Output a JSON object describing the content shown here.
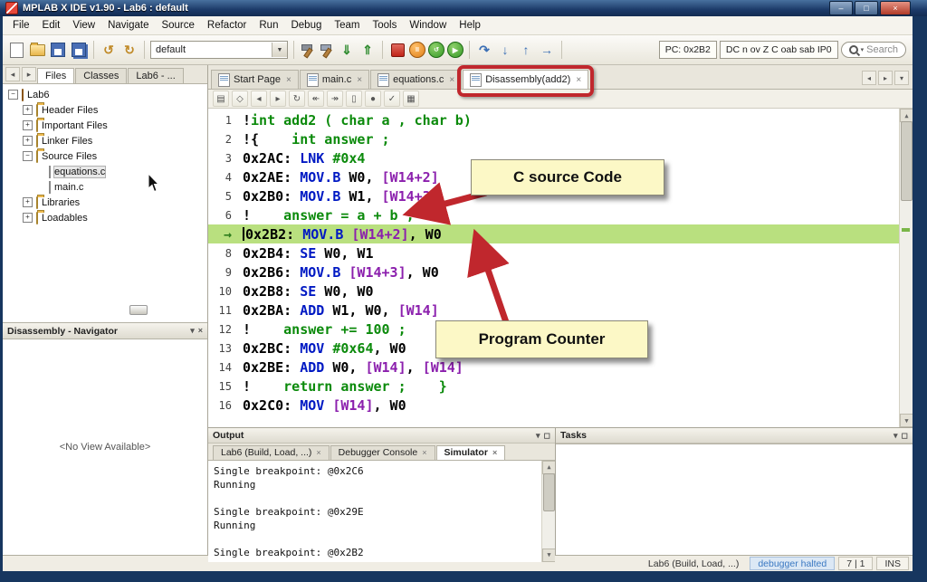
{
  "glyphs": {
    "minimize": "–",
    "maximize": "□",
    "win_close": "×",
    "close": "×",
    "combo_arrow": "▼",
    "search_arrow": "▾",
    "pc_arrow": "→",
    "scroll_up": "▲",
    "scroll_down": "▼",
    "toggle_plus": "+",
    "toggle_minus": "−",
    "pause": "II",
    "reset": "↺",
    "play": "▶"
  },
  "window": {
    "title": "MPLAB X IDE v1.90 - Lab6 : default"
  },
  "menubar": {
    "items": [
      "File",
      "Edit",
      "View",
      "Navigate",
      "Source",
      "Refactor",
      "Run",
      "Debug",
      "Team",
      "Tools",
      "Window",
      "Help"
    ]
  },
  "toolbar": {
    "config_value": "default",
    "items": [
      {
        "kind": "page",
        "name": "new-file-icon"
      },
      {
        "kind": "folder",
        "name": "open-project-icon"
      },
      {
        "kind": "disk",
        "name": "save-icon"
      },
      {
        "kind": "disk2",
        "name": "save-all-icon"
      },
      {
        "kind": "sep",
        "name": "separator-1"
      },
      {
        "kind": "glyph",
        "name": "undo-icon",
        "glyph": "↺",
        "color": "#c08a28"
      },
      {
        "kind": "glyph",
        "name": "redo-icon",
        "glyph": "↻",
        "color": "#c08a28"
      },
      {
        "kind": "sep",
        "name": "separator-2"
      },
      {
        "kind": "combo",
        "name": "project-config-select"
      },
      {
        "kind": "sep",
        "name": "separator-3"
      },
      {
        "kind": "hammer",
        "name": "build-project-icon"
      },
      {
        "kind": "hammer2",
        "name": "clean-build-icon"
      },
      {
        "kind": "glyph",
        "name": "make-program-icon",
        "glyph": "⇓",
        "color": "#2e8b2e"
      },
      {
        "kind": "glyph",
        "name": "read-device-icon",
        "glyph": "⇑",
        "color": "#2e8b2e"
      },
      {
        "kind": "sep",
        "name": "separator-4"
      },
      {
        "kind": "stop",
        "name": "finish-debug-icon"
      },
      {
        "kind": "pause",
        "name": "pause-icon"
      },
      {
        "kind": "reset",
        "name": "reset-icon"
      },
      {
        "kind": "play",
        "name": "continue-icon"
      },
      {
        "kind": "sep",
        "name": "separator-5"
      },
      {
        "kind": "glyph",
        "name": "step-over-icon",
        "glyph": "↷",
        "color": "#3b6fb5"
      },
      {
        "kind": "glyph",
        "name": "step-into-icon",
        "glyph": "↓",
        "color": "#3b6fb5"
      },
      {
        "kind": "glyph",
        "name": "step-out-icon",
        "glyph": "↑",
        "color": "#3b6fb5"
      },
      {
        "kind": "glyph",
        "name": "run-to-cursor-icon",
        "glyph": "→",
        "color": "#3b6fb5"
      },
      {
        "kind": "sep",
        "name": "separator-6"
      },
      {
        "kind": "box",
        "name": "pc-display",
        "text": "PC: 0x2B2",
        "push": true
      },
      {
        "kind": "box",
        "name": "status-flags-display",
        "text": "DC n ov Z C oab sab IP0"
      },
      {
        "kind": "search",
        "name": "search-box",
        "placeholder": "Search"
      }
    ]
  },
  "left_panel": {
    "header_icons": [
      {
        "name": "dock-left-icon",
        "glyph": "◂"
      },
      {
        "name": "panel-list-icon",
        "glyph": "▸"
      }
    ],
    "tabs": [
      {
        "label": "Files",
        "active": true
      },
      {
        "label": "Classes",
        "active": false
      },
      {
        "label": "Lab6 - ...",
        "active": false
      }
    ],
    "tree": [
      {
        "label": "Lab6",
        "depth": 0,
        "toggle": "minus",
        "icon": "project",
        "selected": false
      },
      {
        "label": "Header Files",
        "depth": 1,
        "toggle": "plus",
        "icon": "folder",
        "selected": false
      },
      {
        "label": "Important Files",
        "depth": 1,
        "toggle": "plus",
        "icon": "folder",
        "selected": false
      },
      {
        "label": "Linker Files",
        "depth": 1,
        "toggle": "plus",
        "icon": "folder",
        "selected": false
      },
      {
        "label": "Source Files",
        "depth": 1,
        "toggle": "minus",
        "icon": "folder",
        "selected": false
      },
      {
        "label": "equations.c",
        "depth": 2,
        "toggle": "none",
        "icon": "file",
        "selected": true
      },
      {
        "label": "main.c",
        "depth": 2,
        "toggle": "none",
        "icon": "file",
        "selected": false
      },
      {
        "label": "Libraries",
        "depth": 1,
        "toggle": "plus",
        "icon": "folder",
        "selected": false
      },
      {
        "label": "Loadables",
        "depth": 1,
        "toggle": "plus",
        "icon": "folder",
        "selected": false
      }
    ],
    "navigator": {
      "title": "Disassembly - Navigator",
      "empty_text": "<No View Available>",
      "icons": [
        {
          "name": "minimize-panel-icon",
          "glyph": "▾"
        },
        {
          "name": "close-panel-icon",
          "glyph": "×"
        }
      ]
    }
  },
  "editor": {
    "tabs": [
      {
        "label": "Start Page",
        "active": false,
        "boxed": false
      },
      {
        "label": "main.c",
        "active": false,
        "boxed": false
      },
      {
        "label": "equations.c",
        "active": false,
        "boxed": false
      },
      {
        "label": "Disassembly(add2)",
        "active": true,
        "boxed": true
      }
    ],
    "tab_controls": [
      {
        "name": "scroll-tabs-left-icon",
        "glyph": "◂"
      },
      {
        "name": "scroll-tabs-right-icon",
        "glyph": "▸"
      },
      {
        "name": "tab-list-icon",
        "glyph": "▾"
      }
    ],
    "disasm_toolbar": [
      {
        "name": "show-source-icon",
        "glyph": "▤"
      },
      {
        "name": "verify-icon",
        "glyph": "◇"
      },
      {
        "name": "prev-icon",
        "glyph": "◂"
      },
      {
        "name": "next-icon",
        "glyph": "▸"
      },
      {
        "name": "refresh-icon",
        "glyph": "↻"
      },
      {
        "name": "go-back-icon",
        "glyph": "↞"
      },
      {
        "name": "go-forward-icon",
        "glyph": "↠"
      },
      {
        "name": "bookmark-icon",
        "glyph": "▯"
      },
      {
        "name": "breakpoint-icon",
        "glyph": "●"
      },
      {
        "name": "track-pc-icon",
        "glyph": "✓"
      },
      {
        "name": "memory-icon",
        "glyph": "▦"
      }
    ],
    "pc_line": 7,
    "lines": [
      {
        "num": "1",
        "pc": false,
        "segs": [
          [
            "!",
            "pl"
          ],
          [
            "int add2 ( char a , char b)",
            "src"
          ]
        ]
      },
      {
        "num": "2",
        "pc": false,
        "segs": [
          [
            "!{",
            "pl"
          ],
          [
            "    int answer ;",
            "src"
          ]
        ]
      },
      {
        "num": "3",
        "pc": false,
        "segs": [
          [
            "0x2AC: ",
            "addr"
          ],
          [
            "LNK",
            "mn"
          ],
          [
            " ",
            "pl"
          ],
          [
            "#0x4",
            "lit"
          ]
        ]
      },
      {
        "num": "4",
        "pc": false,
        "segs": [
          [
            "0x2AE: ",
            "addr"
          ],
          [
            "MOV.B",
            "mn"
          ],
          [
            " W0, ",
            "op"
          ],
          [
            "[W14+2]",
            "mem"
          ]
        ]
      },
      {
        "num": "5",
        "pc": false,
        "segs": [
          [
            "0x2B0: ",
            "addr"
          ],
          [
            "MOV.B",
            "mn"
          ],
          [
            " W1, ",
            "op"
          ],
          [
            "[W14+3]",
            "mem"
          ]
        ]
      },
      {
        "num": "6",
        "pc": false,
        "segs": [
          [
            "!",
            "pl"
          ],
          [
            "    answer = a + b ;",
            "src"
          ]
        ]
      },
      {
        "num": "7",
        "pc": true,
        "segs": [
          [
            "0x2B2: ",
            "addr"
          ],
          [
            "MOV.B",
            "mn"
          ],
          [
            " ",
            "pl"
          ],
          [
            "[W14+2]",
            "mem"
          ],
          [
            ", W0",
            "op"
          ]
        ]
      },
      {
        "num": "8",
        "pc": false,
        "segs": [
          [
            "0x2B4: ",
            "addr"
          ],
          [
            "SE",
            "mn"
          ],
          [
            " W0, W1",
            "op"
          ]
        ]
      },
      {
        "num": "9",
        "pc": false,
        "segs": [
          [
            "0x2B6: ",
            "addr"
          ],
          [
            "MOV.B",
            "mn"
          ],
          [
            " ",
            "pl"
          ],
          [
            "[W14+3]",
            "mem"
          ],
          [
            ", W0",
            "op"
          ]
        ]
      },
      {
        "num": "10",
        "pc": false,
        "segs": [
          [
            "0x2B8: ",
            "addr"
          ],
          [
            "SE",
            "mn"
          ],
          [
            " W0, W0",
            "op"
          ]
        ]
      },
      {
        "num": "11",
        "pc": false,
        "segs": [
          [
            "0x2BA: ",
            "addr"
          ],
          [
            "ADD",
            "mn"
          ],
          [
            " W1, W0, ",
            "op"
          ],
          [
            "[W14]",
            "mem"
          ]
        ]
      },
      {
        "num": "12",
        "pc": false,
        "segs": [
          [
            "!",
            "pl"
          ],
          [
            "    answer += 100 ;",
            "src"
          ]
        ]
      },
      {
        "num": "13",
        "pc": false,
        "segs": [
          [
            "0x2BC: ",
            "addr"
          ],
          [
            "MOV",
            "mn"
          ],
          [
            " ",
            "pl"
          ],
          [
            "#0x64",
            "lit"
          ],
          [
            ", W0",
            "op"
          ]
        ]
      },
      {
        "num": "14",
        "pc": false,
        "segs": [
          [
            "0x2BE: ",
            "addr"
          ],
          [
            "ADD",
            "mn"
          ],
          [
            " W0, ",
            "op"
          ],
          [
            "[W14]",
            "mem"
          ],
          [
            ", ",
            "op"
          ],
          [
            "[W14]",
            "mem"
          ]
        ]
      },
      {
        "num": "15",
        "pc": false,
        "segs": [
          [
            "!",
            "pl"
          ],
          [
            "    return answer ;    }",
            "src"
          ]
        ]
      },
      {
        "num": "16",
        "pc": false,
        "segs": [
          [
            "0x2C0: ",
            "addr"
          ],
          [
            "MOV",
            "mn"
          ],
          [
            " ",
            "pl"
          ],
          [
            "[W14]",
            "mem"
          ],
          [
            ", W0",
            "op"
          ]
        ]
      }
    ],
    "callouts": [
      {
        "label": "C source Code"
      },
      {
        "label": "Program Counter"
      }
    ]
  },
  "output": {
    "title": "Output",
    "panel_icons": [
      {
        "name": "output-minimize-icon",
        "glyph": "▾"
      },
      {
        "name": "output-maximize-icon",
        "glyph": "◻"
      }
    ],
    "tabs": [
      {
        "label": "Lab6 (Build, Load, ...)",
        "active": false
      },
      {
        "label": "Debugger Console",
        "active": false
      },
      {
        "label": "Simulator",
        "active": true
      }
    ],
    "lines": [
      "Single breakpoint: @0x2C6",
      "Running",
      "",
      "Single breakpoint: @0x29E",
      "Running",
      "",
      "Single breakpoint: @0x2B2"
    ]
  },
  "tasks": {
    "title": "Tasks",
    "panel_icons": [
      {
        "name": "tasks-minimize-icon",
        "glyph": "▾"
      },
      {
        "name": "tasks-maximize-icon",
        "glyph": "◻"
      }
    ]
  },
  "statusbar": {
    "project": "Lab6 (Build, Load, ...)",
    "debug_state": "debugger halted",
    "position": "7 | 1",
    "mode": "INS"
  }
}
